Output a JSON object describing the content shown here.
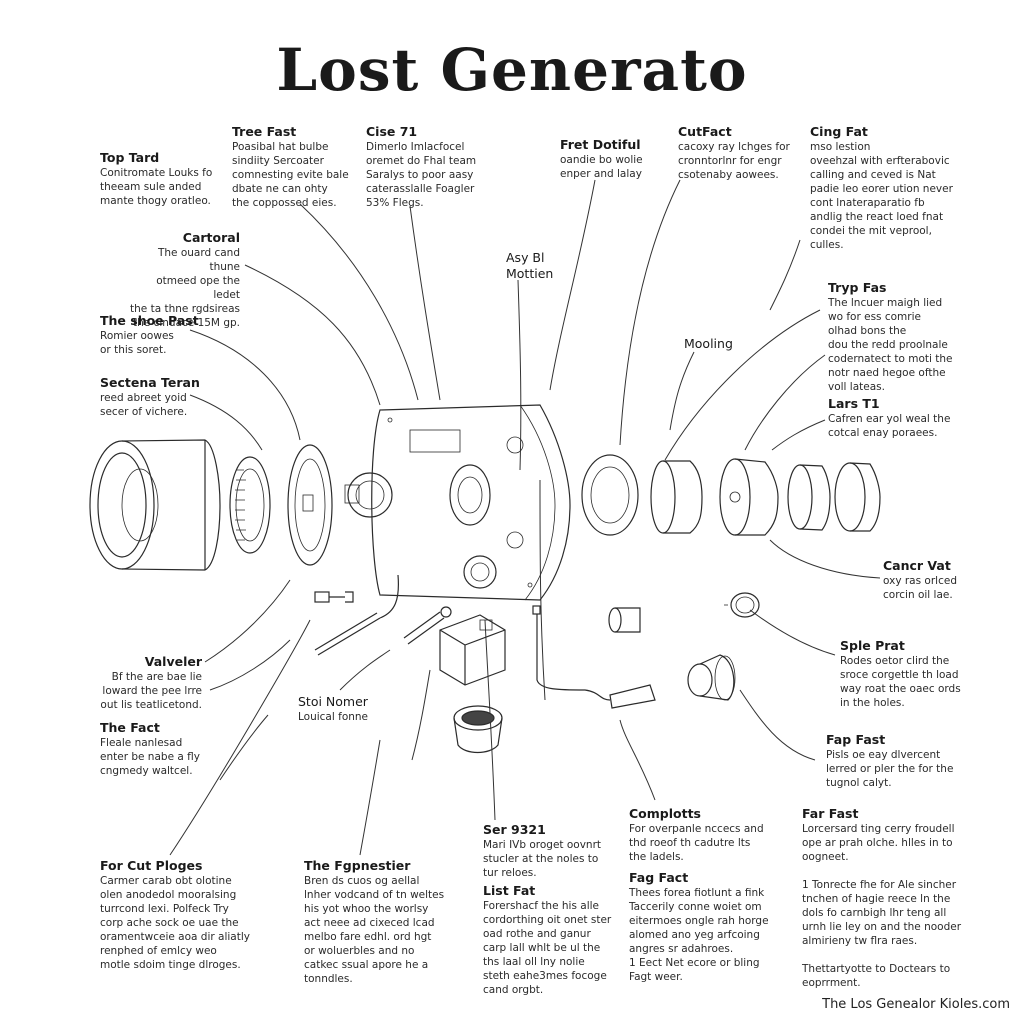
{
  "title": "Lost Generato",
  "footer": "The Los Genealor Kioles.com",
  "labels": {
    "top_tard": {
      "heading": "Top Tard",
      "body": "Conitromate Louks fo\ntheeam sule anded\nmante thogy oratleo."
    },
    "tree_fast": {
      "heading": "Tree Fast",
      "body": "Poasibal hat bulbe\nsindiity Sercoater\ncomnesting evite bale\ndbate ne can ohty\nthe coppossed eies."
    },
    "cise_71": {
      "heading": "Cise 71",
      "body": "Dimerlo Imlacfocel\noremet do Fhal team\nSaralys to poor aasy\ncaterasslalle Foagler\n53% Flegs."
    },
    "fret_dotiful": {
      "heading": "Fret Dotiful",
      "body": "oandie bo wolie\nenper and lalay"
    },
    "cutfact": {
      "heading": "CutFact",
      "body": "cacoxy ray lchges for\ncronntorlnr for engr\ncsotenaby aowees."
    },
    "cing_fat": {
      "heading": "Cing Fat",
      "body": "mso lestion\noveehzal with erfterabovic\ncalling and ceved is Nat\npadie leo eorer ution never\ncont lnateraparatio fb\nandlig the react loed fnat\ncondei the mit veprool,\nculles."
    },
    "cartoral": {
      "heading": "Cartoral",
      "body": "The ouard cand thune\notmeed ope the ledet\nthe ta thne rgdsireas\nthe cindace 15M gp."
    },
    "asy_bl_mottien": {
      "heading": "Asy Bl\nMottien",
      "body": ""
    },
    "mooling": {
      "heading": "Mooling",
      "body": ""
    },
    "tryp_fas": {
      "heading": "Tryp Fas",
      "body": "The lncuer maigh lied\nwo for ess comrie\nolhad bons the\ndou the redd proolnale\ncodernatect to moti the\nnotr naed hegoe ofthe\nvoll lateas."
    },
    "the_shoe_past": {
      "heading": "The shoe Past",
      "body": "Romier oowes\nor this soret."
    },
    "sectena_teran": {
      "heading": "Sectena Teran",
      "body": "reed abreet yoid\nsecer of vichere."
    },
    "lars_t1": {
      "heading": "Lars T1",
      "body": "Cafren ear yol weal the\ncotcal enay poraees."
    },
    "cancr_vat": {
      "heading": "Cancr Vat",
      "body": "oxy ras orlced\ncorcin oil lae."
    },
    "sple_prat": {
      "heading": "Sple Prat",
      "body": "Rodes oetor clird the\nsroce corgettle th load\nway roat the oaec ords\nin the holes."
    },
    "valveler": {
      "heading": "Valveler",
      "body": "Bf the are bae lie\nloward the pee lrre\nout lis teatlicetond."
    },
    "stoi_nomer": {
      "heading": "Stoi Nomer",
      "body": "Louical fonne"
    },
    "the_fact": {
      "heading": "The Fact",
      "body": "Fleale nanlesad\nenter be nabe a fly\ncngmedy waltcel."
    },
    "fap_fast": {
      "heading": "Fap Fast",
      "body": "Pisls oe eay dlvercent\nlerred or pler the for the\ntugnol calyt."
    },
    "for_cut_ploges": {
      "heading": "For Cut Ploges",
      "body": "Carmer carab obt olotine\nolen anodedol mooralsing\nturrcond lexi. Polfeck Try\ncorp ache sock oe uae the\noramentwceie aoa dir aliatly\nrenphed of emlcy weo\nmotle sdoim tinge dlroges."
    },
    "the_fgpnestier": {
      "heading": "The Fgpnestier",
      "body": "Bren ds cuos og aellal\nlnher vodcand of tn weltes\nhis yot whoo the worlsy\nact neee ad cixeced lcad\nmelbo fare edhl. ord hgt\nor woluerbles and no\ncatkec ssual apore he a\ntonndles."
    },
    "ser_9321": {
      "heading": "Ser 9321",
      "body": "Mari IVb oroget oovnrt\nstucler at the noles to\ntur reloes."
    },
    "list_fat": {
      "heading": "List Fat",
      "body": "Forershacf the his alle\ncordorthing oit onet ster\noad rothe and ganur\ncarp lall whlt be ul the\nths laal oll lny nolie\nsteth eahe3mes focoge\ncand orgbt."
    },
    "complotts": {
      "heading": "Complotts",
      "body": "For overpanle nccecs and\nthd roeof th cadutre lts\nthe ladels."
    },
    "fag_fact": {
      "heading": "Fag Fact",
      "body": "Thees forea fiotlunt a fink\nTaccerily conne woiet om\neitermoes ongle rah horge\nalomed ano yeg arfcoing\nangres sr adahroes.\n1 Eect Net ecore or bling\n   Fagt weer."
    },
    "far_fast": {
      "heading": "Far Fast",
      "body": "Lorcersard ting cerry froudell\nope ar prah olche. hlles in to\noogneet.\n\n1 Tonrecte fhe for Ale sincher\ntnchen of hagie reece ln the\ndols fo carnbigh lhr teng all\nurnh lie ley on and the nooder\nalmirieny tw flra raes.\n\nThettartyotte to Doctears to\n  eoprrment."
    }
  }
}
